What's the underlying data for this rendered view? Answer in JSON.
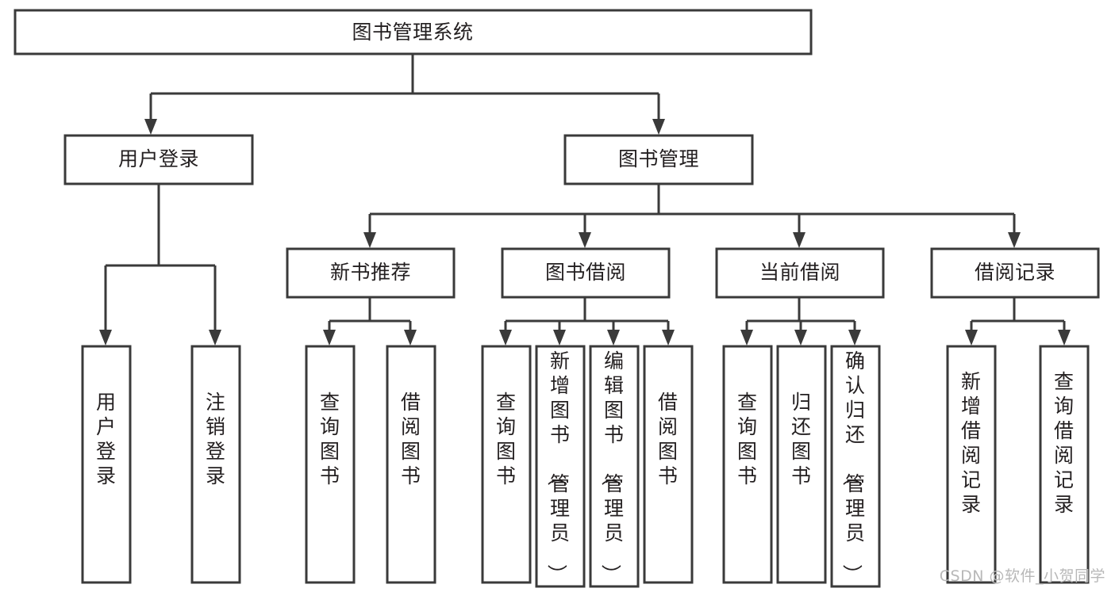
{
  "diagram": {
    "title": "图书管理系统",
    "type": "tree",
    "root": {
      "id": "root",
      "label": "图书管理系统",
      "orientation": "horizontal"
    },
    "level2": [
      {
        "id": "user-login",
        "label": "用户登录",
        "orientation": "horizontal"
      },
      {
        "id": "book-manage",
        "label": "图书管理",
        "orientation": "horizontal"
      }
    ],
    "level3": [
      {
        "id": "new-book-recommend",
        "label": "新书推荐",
        "parent": "book-manage",
        "orientation": "horizontal"
      },
      {
        "id": "book-borrow",
        "label": "图书借阅",
        "parent": "book-manage",
        "orientation": "horizontal"
      },
      {
        "id": "current-borrow",
        "label": "当前借阅",
        "parent": "book-manage",
        "orientation": "horizontal"
      },
      {
        "id": "borrow-record",
        "label": "借阅记录",
        "parent": "book-manage",
        "orientation": "horizontal"
      }
    ],
    "leaves": [
      {
        "id": "leaf-user-login",
        "label": "用户登录",
        "parent": "user-login",
        "orientation": "vertical",
        "tall": false
      },
      {
        "id": "leaf-user-logout",
        "label": "注销登录",
        "parent": "user-login",
        "orientation": "vertical",
        "tall": false
      },
      {
        "id": "leaf-query-book-rec",
        "label": "查询图书",
        "parent": "new-book-recommend",
        "orientation": "vertical",
        "tall": false
      },
      {
        "id": "leaf-borrow-book-rec",
        "label": "借阅图书",
        "parent": "new-book-recommend",
        "orientation": "vertical",
        "tall": false
      },
      {
        "id": "leaf-query-book-borrow",
        "label": "查询图书",
        "parent": "book-borrow",
        "orientation": "vertical",
        "tall": false
      },
      {
        "id": "leaf-add-book-admin",
        "label": "新增图书（管理员）",
        "parent": "book-borrow",
        "orientation": "vertical",
        "tall": true
      },
      {
        "id": "leaf-edit-book-admin",
        "label": "编辑图书（管理员）",
        "parent": "book-borrow",
        "orientation": "vertical",
        "tall": true
      },
      {
        "id": "leaf-borrow-book",
        "label": "借阅图书",
        "parent": "book-borrow",
        "orientation": "vertical",
        "tall": false
      },
      {
        "id": "leaf-query-book-current",
        "label": "查询图书",
        "parent": "current-borrow",
        "orientation": "vertical",
        "tall": false
      },
      {
        "id": "leaf-return-book",
        "label": "归还图书",
        "parent": "current-borrow",
        "orientation": "vertical",
        "tall": false
      },
      {
        "id": "leaf-confirm-return-admin",
        "label": "确认归还（管理员）",
        "parent": "current-borrow",
        "orientation": "vertical",
        "tall": true
      },
      {
        "id": "leaf-add-borrow-record",
        "label": "新增借阅记录",
        "parent": "borrow-record",
        "orientation": "vertical",
        "tall": false
      },
      {
        "id": "leaf-query-borrow-record",
        "label": "查询借阅记录",
        "parent": "borrow-record",
        "orientation": "vertical",
        "tall": false
      }
    ]
  },
  "watermark": {
    "text": "CSDN @软件_小贺同学"
  },
  "colors": {
    "box_stroke": "#3a3a3a",
    "box_fill": "#ffffff",
    "text": "#231f20",
    "background": "#ffffff",
    "watermark": "#b8b8b8"
  }
}
